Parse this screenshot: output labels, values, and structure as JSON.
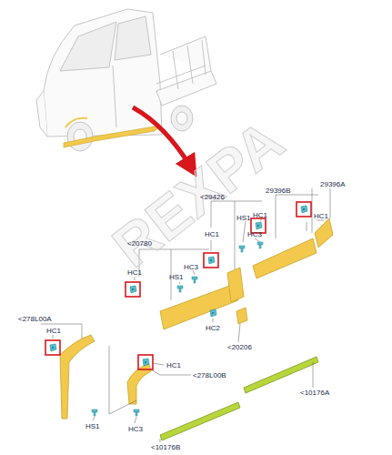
{
  "diagram": {
    "labels": [
      "REXPA",
      "29396A",
      "29396B",
      "<29426",
      "HC1",
      "HC1",
      "HS1",
      "HC3",
      "HC1",
      "<20780",
      "HC3",
      "HS1",
      "HC1",
      "HC2",
      "<20206",
      "<278L00A",
      "HC1",
      "HC1",
      "<278L00B",
      "HS1",
      "HC3",
      "<10176A",
      "<10176B"
    ]
  }
}
